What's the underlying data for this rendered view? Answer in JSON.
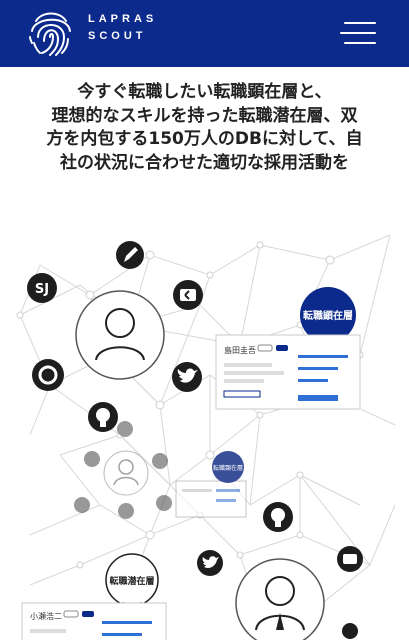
{
  "header": {
    "logo_line1": "LAPRAS",
    "logo_line2": "SCOUT",
    "logo_icon": "fingerprint-icon",
    "menu_icon": "hamburger-menu-icon"
  },
  "headline": {
    "line1": "今すぐ転職したい転職顕在層と、",
    "line2": "理想的なスキルを持った転職潜在層、双",
    "line3": "方を内包する150万人のDBに対して、自",
    "line4": "社の状況に合わせた適切な採用活動を"
  },
  "illustration": {
    "badge_active": "転職顕在層",
    "badge_active_small": "転職顕在層",
    "badge_latent": "転職潜在層",
    "profile_active_name": "島田圭吾",
    "profile_latent_name": "小瀬浩二",
    "colors": {
      "brand": "#0b2a8c",
      "accent": "#2f6fd6",
      "icon_dark": "#1e1e1e"
    },
    "network_icons": [
      "pencil-icon",
      "sj-icon",
      "connpass-icon",
      "at-icon",
      "twitter-icon",
      "github-icon"
    ]
  }
}
